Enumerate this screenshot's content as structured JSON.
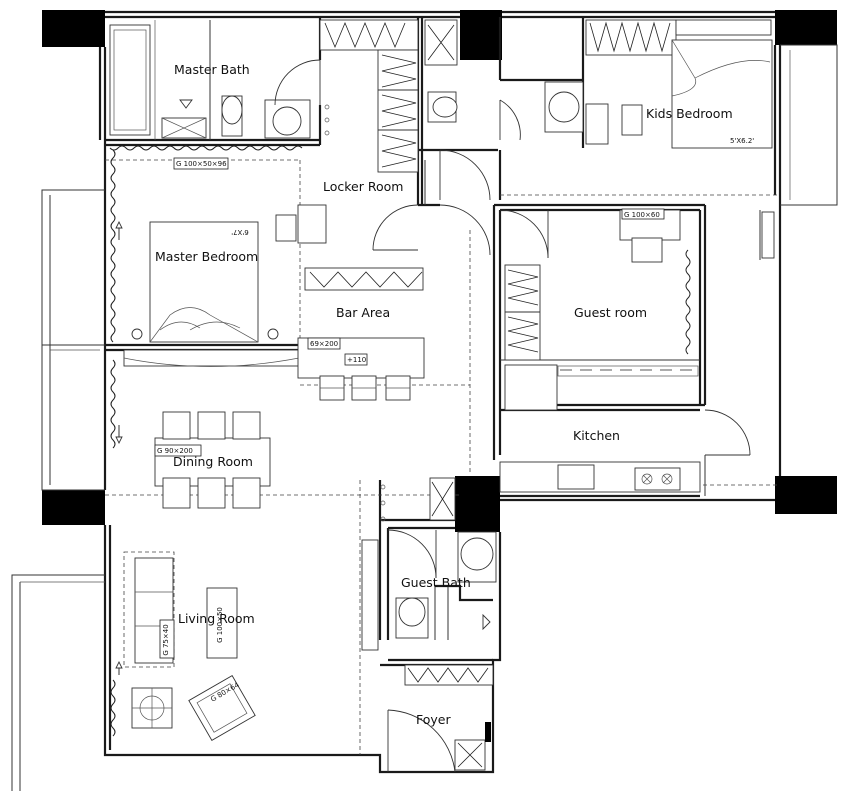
{
  "rooms": {
    "master_bath": "Master Bath",
    "locker_room": "Locker Room",
    "kids_bedroom": "Kids Bedroom",
    "master_bedroom": "Master Bedroom",
    "bar_area": "Bar Area",
    "guest_room": "Guest room",
    "kitchen": "Kitchen",
    "dining_room": "Dining Room",
    "guest_bath": "Guest Bath",
    "living_room": "Living Room",
    "foyer": "Foyer"
  },
  "tags": {
    "master_bedroom_bed": "G 100×50×96",
    "master_bed_size": "6'X7'",
    "kids_bed_size": "5'X6.2'",
    "guest_room_desk": "G 100×60",
    "bar_counter": "69×200",
    "bar_height": "+110",
    "dining_table": "G 90×200",
    "living_tv": "G 100×50",
    "living_sofa": "G 75×40",
    "living_chair": "G 80×64"
  }
}
